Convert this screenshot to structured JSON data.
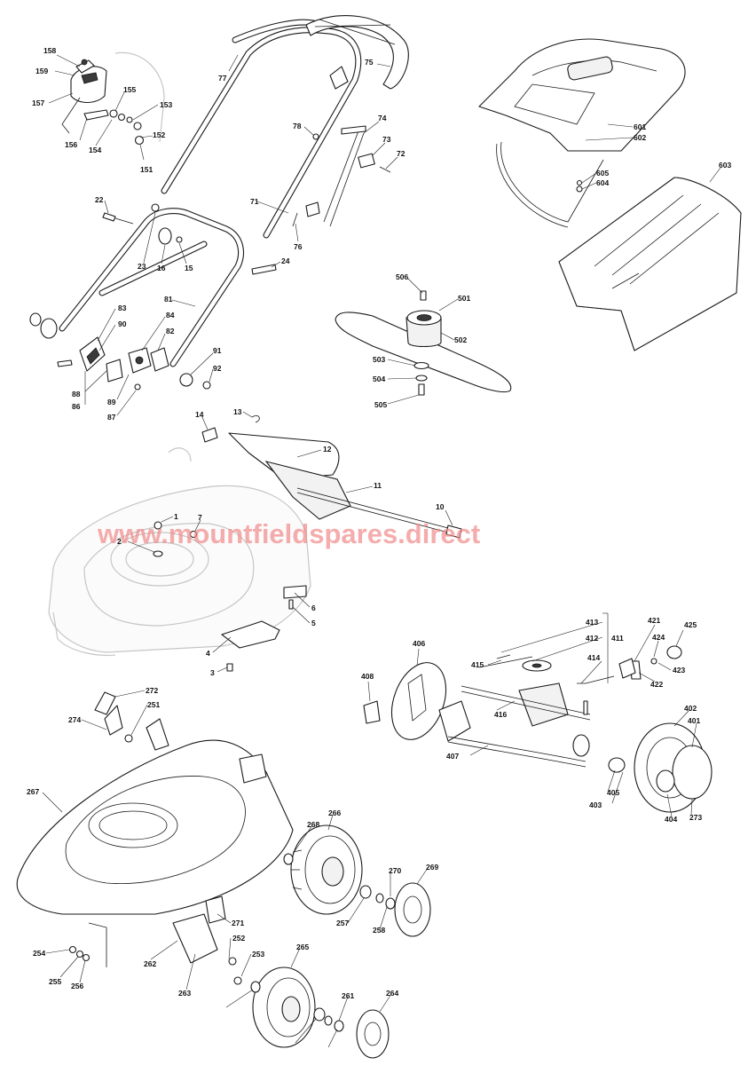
{
  "watermark": "www.mountfieldspares.direct",
  "labels": [
    "158",
    "159",
    "157",
    "155",
    "153",
    "156",
    "154",
    "152",
    "151",
    "77",
    "75",
    "78",
    "74",
    "73",
    "72",
    "71",
    "76",
    "601",
    "602",
    "605",
    "604",
    "603",
    "22",
    "23",
    "16",
    "15",
    "24",
    "506",
    "501",
    "502",
    "503",
    "504",
    "505",
    "83",
    "90",
    "81",
    "84",
    "82",
    "88",
    "86",
    "89",
    "87",
    "91",
    "92",
    "14",
    "13",
    "12",
    "11",
    "10",
    "1",
    "7",
    "2",
    "6",
    "5",
    "4",
    "3",
    "413",
    "412",
    "411",
    "421",
    "425",
    "424",
    "423",
    "422",
    "406",
    "408",
    "415",
    "414",
    "416",
    "407",
    "402",
    "401",
    "405",
    "403",
    "404",
    "273",
    "272",
    "274",
    "251",
    "267",
    "266",
    "268",
    "270",
    "269",
    "257",
    "258",
    "271",
    "252",
    "253",
    "254",
    "255",
    "256",
    "262",
    "263",
    "265",
    "261",
    "264"
  ],
  "colors": {
    "outline": "#1a1a1a",
    "ghost": "#c6c6c6",
    "watermark": "#f28a8a"
  }
}
